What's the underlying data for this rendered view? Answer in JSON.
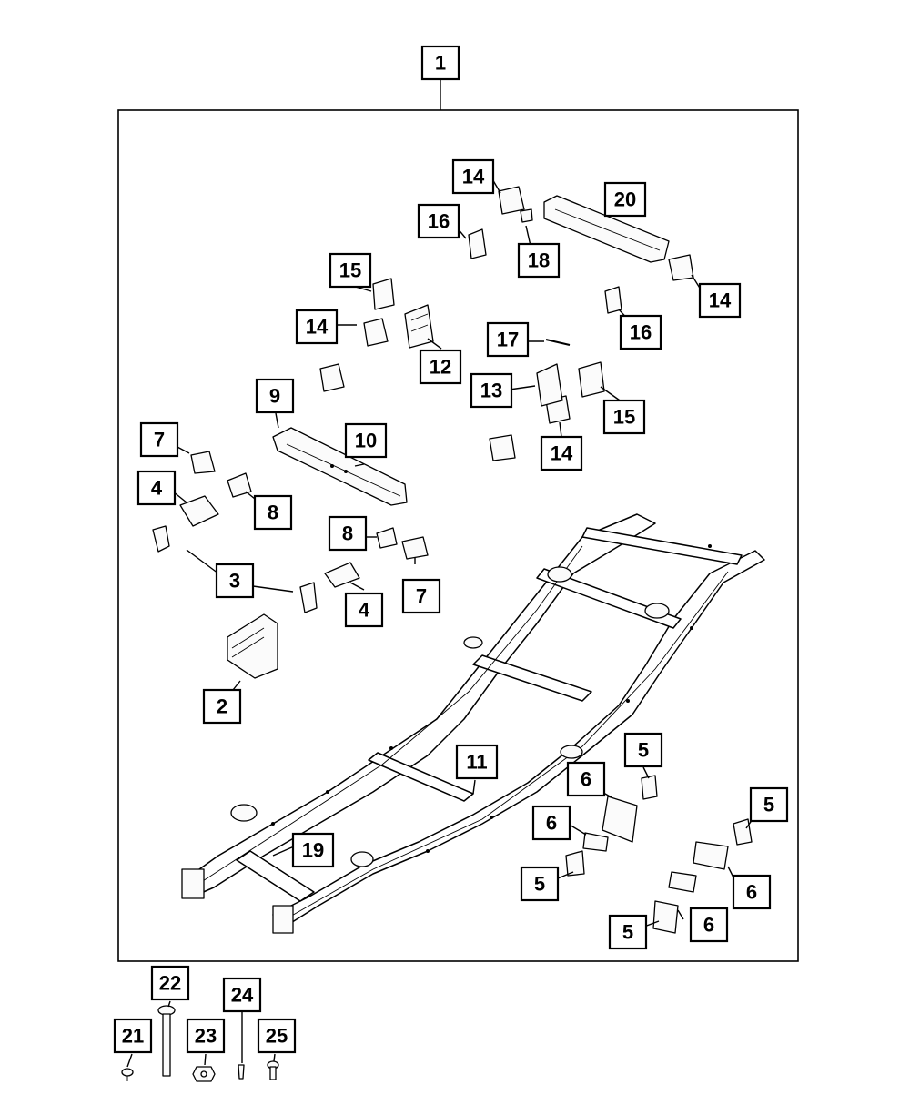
{
  "callouts": [
    {
      "id": "c1",
      "label": "1"
    },
    {
      "id": "c2",
      "label": "2"
    },
    {
      "id": "c3",
      "label": "3"
    },
    {
      "id": "c4a",
      "label": "4"
    },
    {
      "id": "c4b",
      "label": "4"
    },
    {
      "id": "c5a",
      "label": "5"
    },
    {
      "id": "c5b",
      "label": "5"
    },
    {
      "id": "c5c",
      "label": "5"
    },
    {
      "id": "c5d",
      "label": "5"
    },
    {
      "id": "c6a",
      "label": "6"
    },
    {
      "id": "c6b",
      "label": "6"
    },
    {
      "id": "c6c",
      "label": "6"
    },
    {
      "id": "c6d",
      "label": "6"
    },
    {
      "id": "c7a",
      "label": "7"
    },
    {
      "id": "c7b",
      "label": "7"
    },
    {
      "id": "c8a",
      "label": "8"
    },
    {
      "id": "c8b",
      "label": "8"
    },
    {
      "id": "c9",
      "label": "9"
    },
    {
      "id": "c10",
      "label": "10"
    },
    {
      "id": "c11",
      "label": "11"
    },
    {
      "id": "c12",
      "label": "12"
    },
    {
      "id": "c13",
      "label": "13"
    },
    {
      "id": "c14a",
      "label": "14"
    },
    {
      "id": "c14b",
      "label": "14"
    },
    {
      "id": "c14c",
      "label": "14"
    },
    {
      "id": "c14d",
      "label": "14"
    },
    {
      "id": "c15a",
      "label": "15"
    },
    {
      "id": "c15b",
      "label": "15"
    },
    {
      "id": "c16a",
      "label": "16"
    },
    {
      "id": "c16b",
      "label": "16"
    },
    {
      "id": "c17",
      "label": "17"
    },
    {
      "id": "c18",
      "label": "18"
    },
    {
      "id": "c19",
      "label": "19"
    },
    {
      "id": "c20",
      "label": "20"
    },
    {
      "id": "c21",
      "label": "21"
    },
    {
      "id": "c22",
      "label": "22"
    },
    {
      "id": "c23",
      "label": "23"
    },
    {
      "id": "c24",
      "label": "24"
    },
    {
      "id": "c25",
      "label": "25"
    }
  ]
}
